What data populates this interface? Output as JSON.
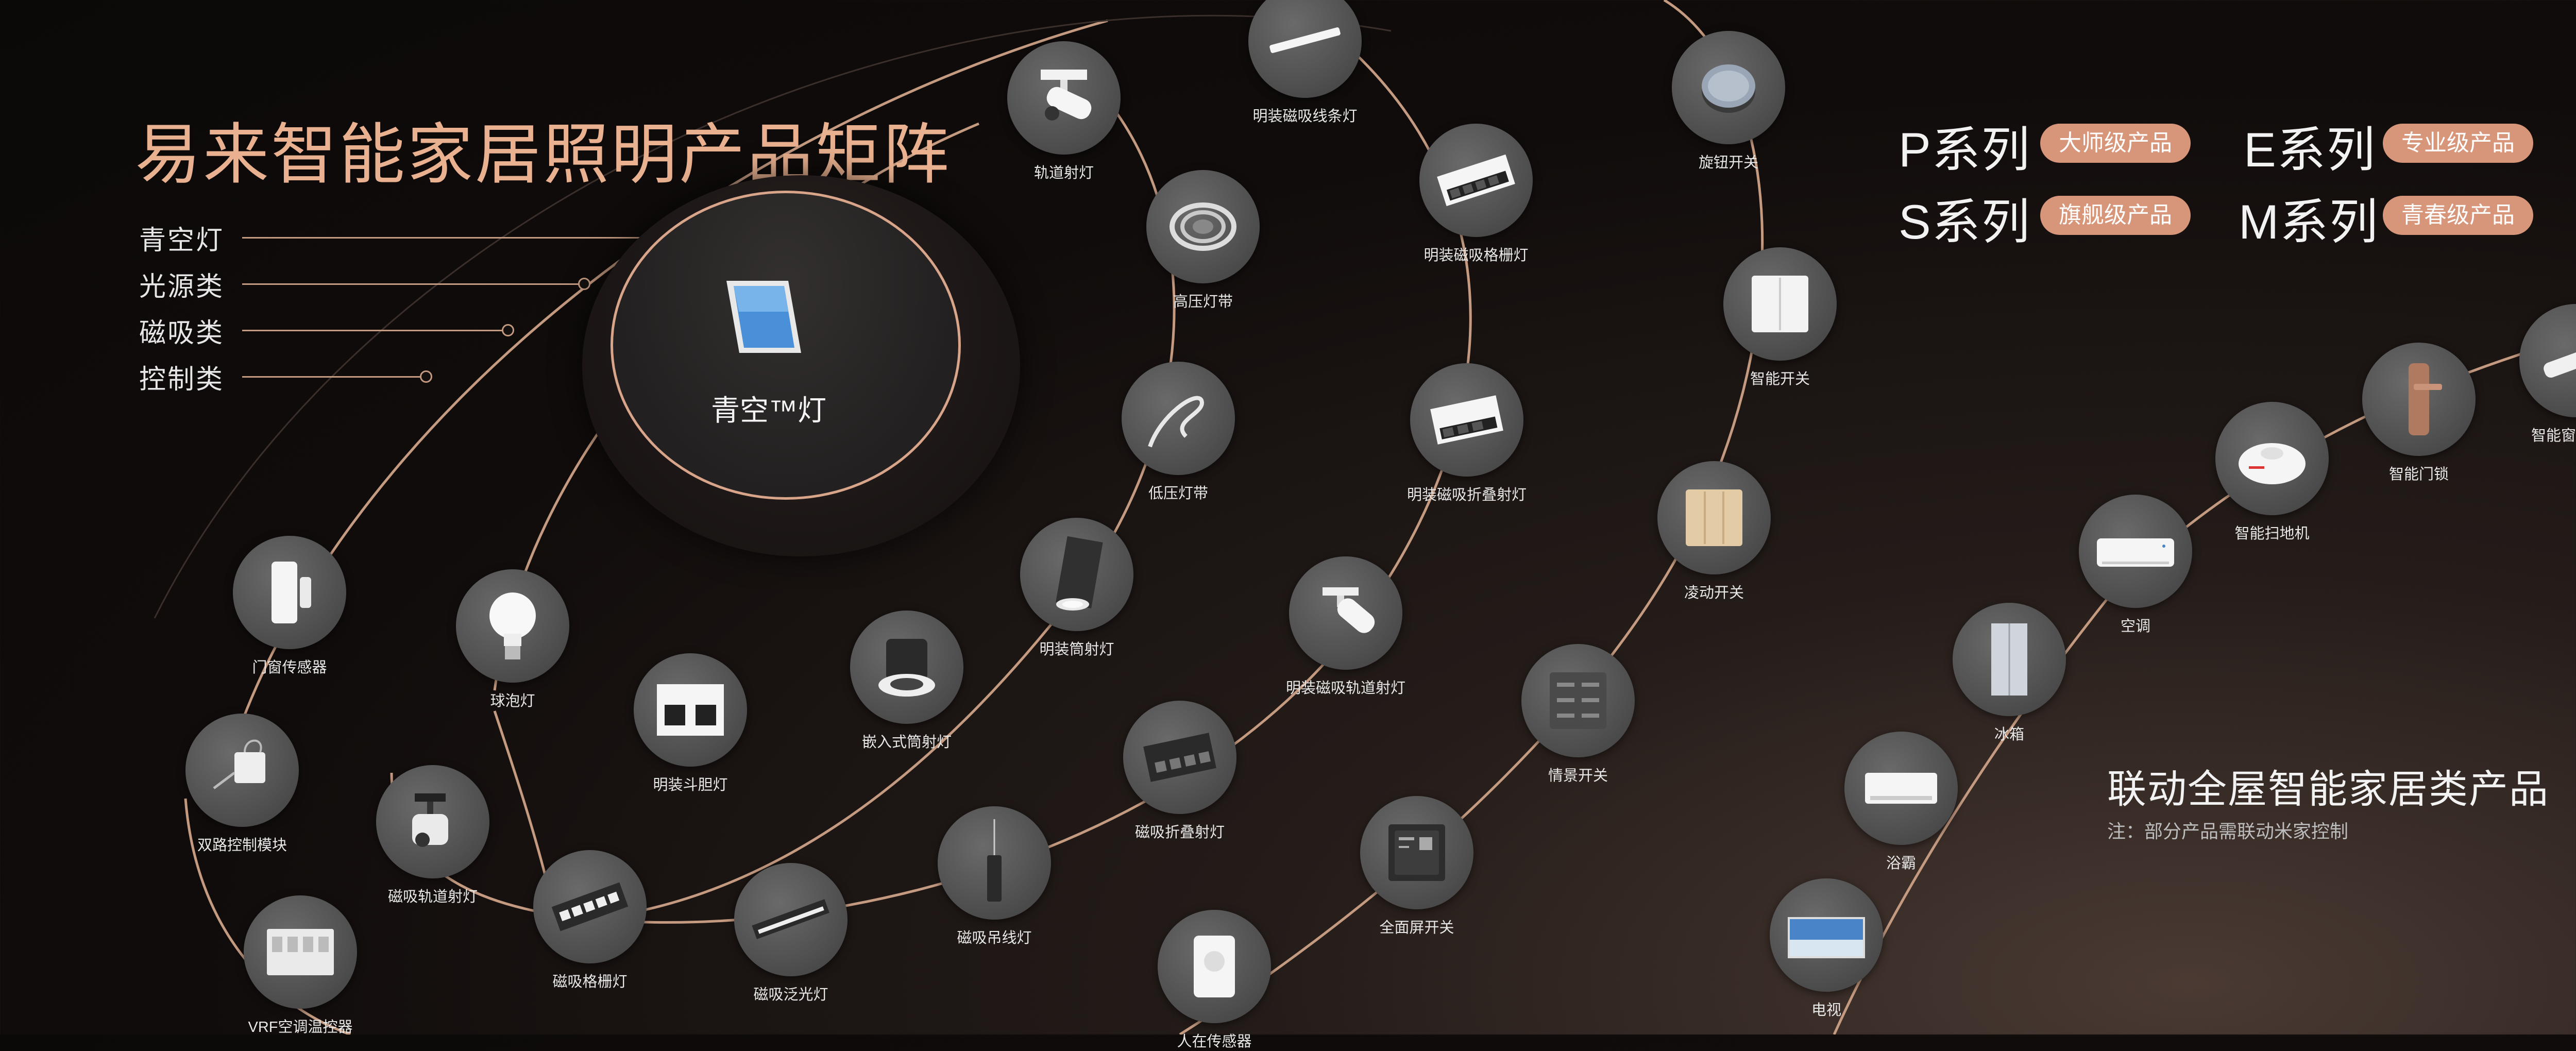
{
  "title": "易来智能家居照明产品矩阵",
  "categories": [
    "青空灯",
    "光源类",
    "磁吸类",
    "控制类"
  ],
  "center": {
    "label": "青空™灯"
  },
  "products": {
    "track_spot": "轨道射灯",
    "surface_magnetic_strip": "明装磁吸线条灯",
    "high_voltage_strip": "高压灯带",
    "surface_magnetic_grille": "明装磁吸格栅灯",
    "knob_switch": "旋钮开关",
    "smart_switch": "智能开关",
    "surface_magnetic_fold": "明装磁吸折叠射灯",
    "low_voltage_strip": "低压灯带",
    "lingdong_switch": "凌动开关",
    "surface_cylinder_spot": "明装筒射灯",
    "surface_magnetic_track": "明装磁吸轨道射灯",
    "scene_switch": "情景开关",
    "recessed_downlight": "嵌入式筒射灯",
    "surface_grille_spot": "明装斗胆灯",
    "bulb": "球泡灯",
    "door_sensor": "门窗传感器",
    "dual_control": "双路控制模块",
    "magnetic_track_spot": "磁吸轨道射灯",
    "magnetic_fold_spot": "磁吸折叠射灯",
    "magnetic_pendant": "磁吸吊线灯",
    "fullscreen_switch": "全面屏开关",
    "magnetic_grille": "磁吸格栅灯",
    "magnetic_flood": "磁吸泛光灯",
    "vrf_controller": "VRF空调温控器",
    "presence_sensor": "人在传感器"
  },
  "series": {
    "p": {
      "name": "P系列",
      "badge": "大师级产品"
    },
    "e": {
      "name": "E系列",
      "badge": "专业级产品"
    },
    "s": {
      "name": "S系列",
      "badge": "旗舰级产品"
    },
    "m": {
      "name": "M系列",
      "badge": "青春级产品"
    }
  },
  "linkage": {
    "title": "联动全屋智能家居类产品",
    "note": "注：部分产品需联动米家控制",
    "items": {
      "tv": "电视",
      "bath_heater": "浴霸",
      "fridge": "冰箱",
      "ac": "空调",
      "robot": "智能扫地机",
      "door_lock": "智能门锁",
      "curtain_motor": "智能窗帘电机"
    }
  },
  "colors": {
    "accent": "#d7967a",
    "title": "#e9b18f",
    "orbit": "#c49a80"
  }
}
